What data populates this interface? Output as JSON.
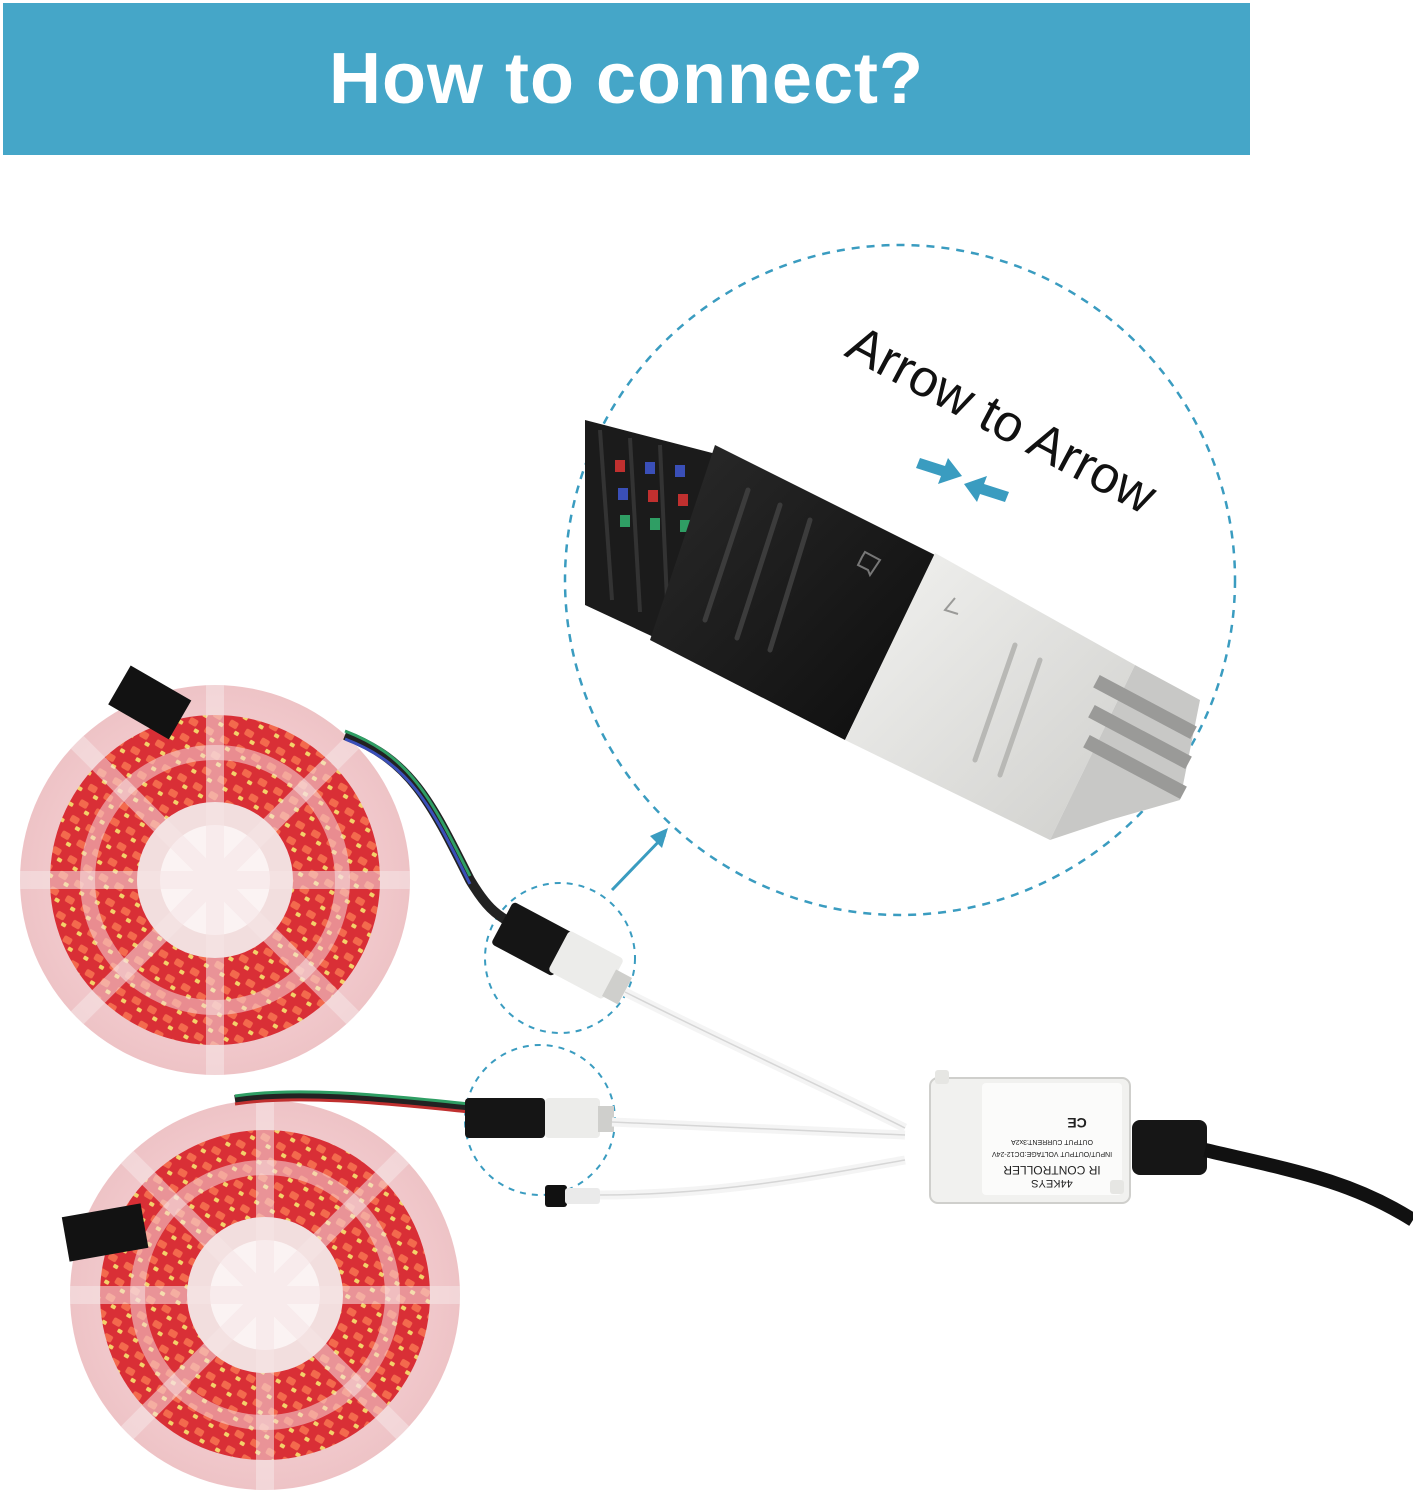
{
  "header": {
    "title": "How to connect?"
  },
  "callout": {
    "text": "Arrow to Arrow"
  },
  "controller": {
    "brand": "44KEYS",
    "name": "IR CONTROLLER",
    "spec_input": "INPUT/OUTPUT VOLTAGE:DC12-24V",
    "spec_output": "OUTPUT CURRENT:3x2A",
    "mark": "CE"
  },
  "colors": {
    "banner": "#45a6c8",
    "accent": "#3a9cc0",
    "led": "#e8383f",
    "reel": "#f3c9cc"
  }
}
